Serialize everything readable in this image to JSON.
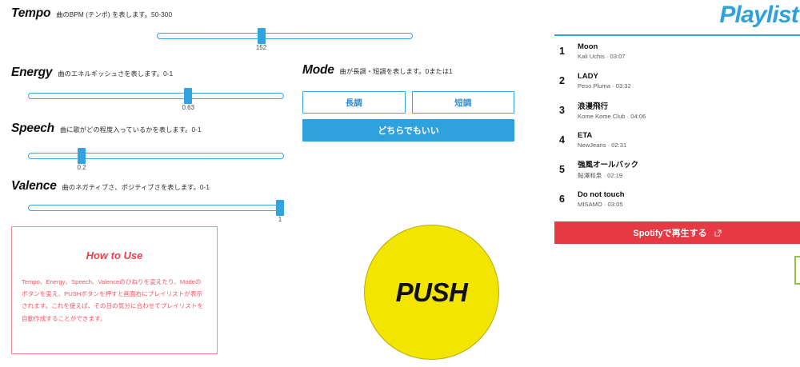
{
  "params": [
    {
      "key": "tempo",
      "title": "Tempo",
      "desc": "曲のBPM (テンポ) を表します。50-300",
      "value": "152",
      "percent": 40.5
    },
    {
      "key": "energy",
      "title": "Energy",
      "desc": "曲のエネルギッシュさを表します。0-1",
      "value": "0.63",
      "percent": 63
    },
    {
      "key": "speech",
      "title": "Speech",
      "desc": "曲に歌がどの程度入っているかを表します。0-1",
      "value": "0.2",
      "percent": 20
    },
    {
      "key": "valence",
      "title": "Valence",
      "desc": "曲のネガティブさ、ポジティブさを表します。0-1",
      "value": "1",
      "percent": 100
    }
  ],
  "mode": {
    "title": "Mode",
    "desc": "曲が長調・短調を表します。0または1",
    "major_label": "長調",
    "minor_label": "短調",
    "either_label": "どちらでもいい"
  },
  "howto": {
    "title": "How to Use",
    "body": "Tempo、Energy、Speech、Valenceのひねりを変えたり、Modeのボタンを変え、PUSHボタンを押すと画面右にプレイリストが表示されます。これを使えば、その日の気分に合わせてプレイリストを自動作成することができます。"
  },
  "push": {
    "label": "PUSH"
  },
  "playlist": {
    "title": "Playlist",
    "tracks": [
      {
        "num": "1",
        "name": "Moon",
        "sub": "Kali Uchis · 03:07"
      },
      {
        "num": "2",
        "name": "LADY",
        "sub": "Peso Pluma · 03:32"
      },
      {
        "num": "3",
        "name": "浪漫飛行",
        "sub": "Kome Kome Club · 04:06"
      },
      {
        "num": "4",
        "name": "ETA",
        "sub": "NewJeans · 02:31"
      },
      {
        "num": "5",
        "name": "強風オールバック",
        "sub": "鮎澤和泉 · 02:19"
      },
      {
        "num": "6",
        "name": "Do not touch",
        "sub": "MISAMO · 03:05"
      }
    ],
    "spotify_label": "Spotifyで再生する"
  },
  "colors": {
    "accent_blue": "#2fa1dd",
    "slider_blue": "#33a3e0",
    "spotify_red": "#e53944",
    "howto_red": "#ef5565",
    "push_yellow": "#f2e600",
    "green_edge": "#8dc63f"
  }
}
